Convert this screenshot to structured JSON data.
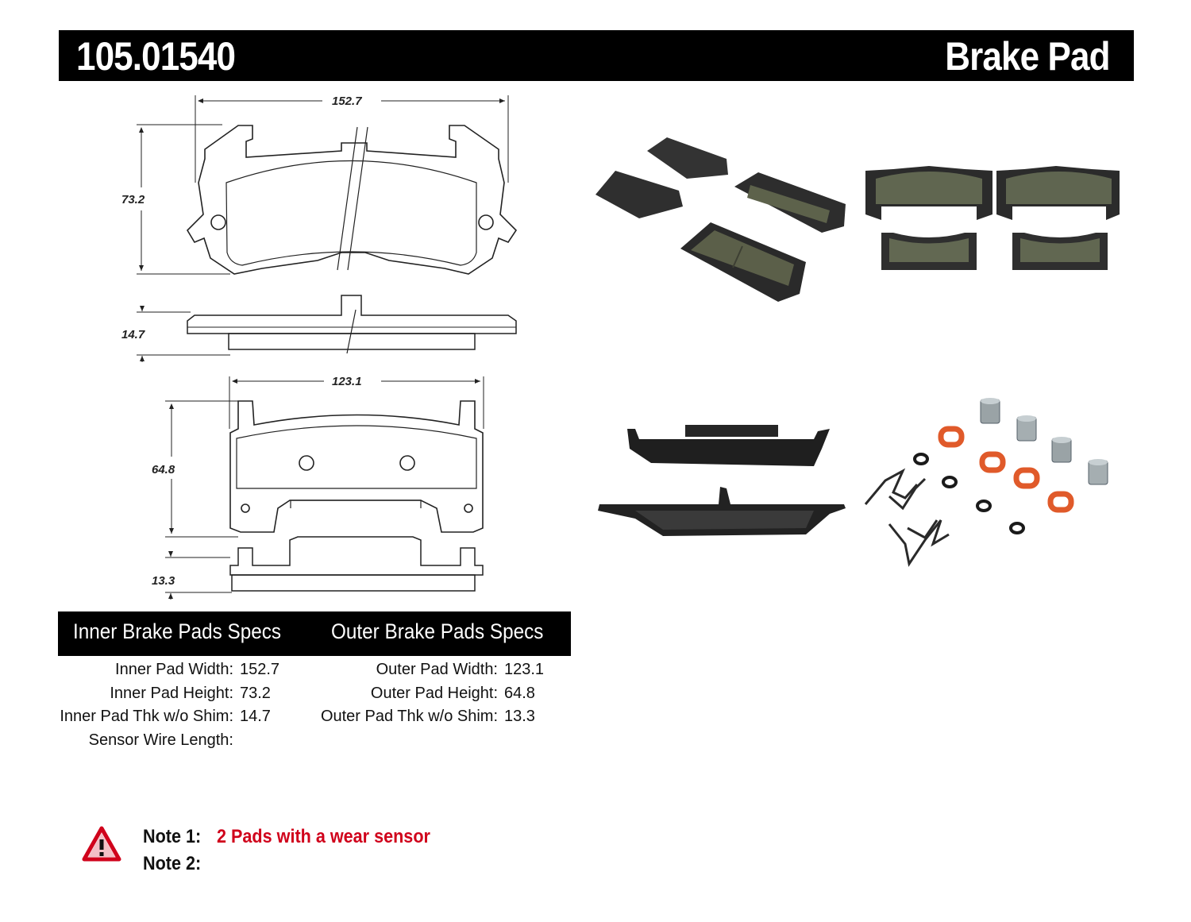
{
  "header": {
    "part_number": "105.01540",
    "title": "Brake Pad"
  },
  "dimensions": {
    "inner_width": "152.7",
    "inner_height": "73.2",
    "inner_thickness": "14.7",
    "outer_width": "123.1",
    "outer_height": "64.8",
    "outer_thickness": "13.3"
  },
  "specs": {
    "inner_heading": "Inner Brake Pads Specs",
    "outer_heading": "Outer Brake Pads Specs",
    "inner": [
      {
        "label": "Inner Pad Width:",
        "value": "152.7"
      },
      {
        "label": "Inner Pad Height:",
        "value": "73.2"
      },
      {
        "label": "Inner Pad Thk w/o Shim:",
        "value": "14.7"
      },
      {
        "label": "Sensor Wire Length:",
        "value": ""
      }
    ],
    "outer": [
      {
        "label": "Outer Pad Width:",
        "value": "123.1"
      },
      {
        "label": "Outer Pad Height:",
        "value": "64.8"
      },
      {
        "label": "Outer Pad Thk w/o Shim:",
        "value": "13.3"
      }
    ]
  },
  "notes": [
    {
      "label": "Note 1:",
      "value": "2 Pads with a wear sensor"
    },
    {
      "label": "Note 2:",
      "value": ""
    }
  ],
  "colors": {
    "header_bg": "#000000",
    "note_red": "#d0021b",
    "pad_friction": "#5a5f48",
    "backing_plate": "#2b2b2b",
    "orange_seal": "#d9582b"
  }
}
